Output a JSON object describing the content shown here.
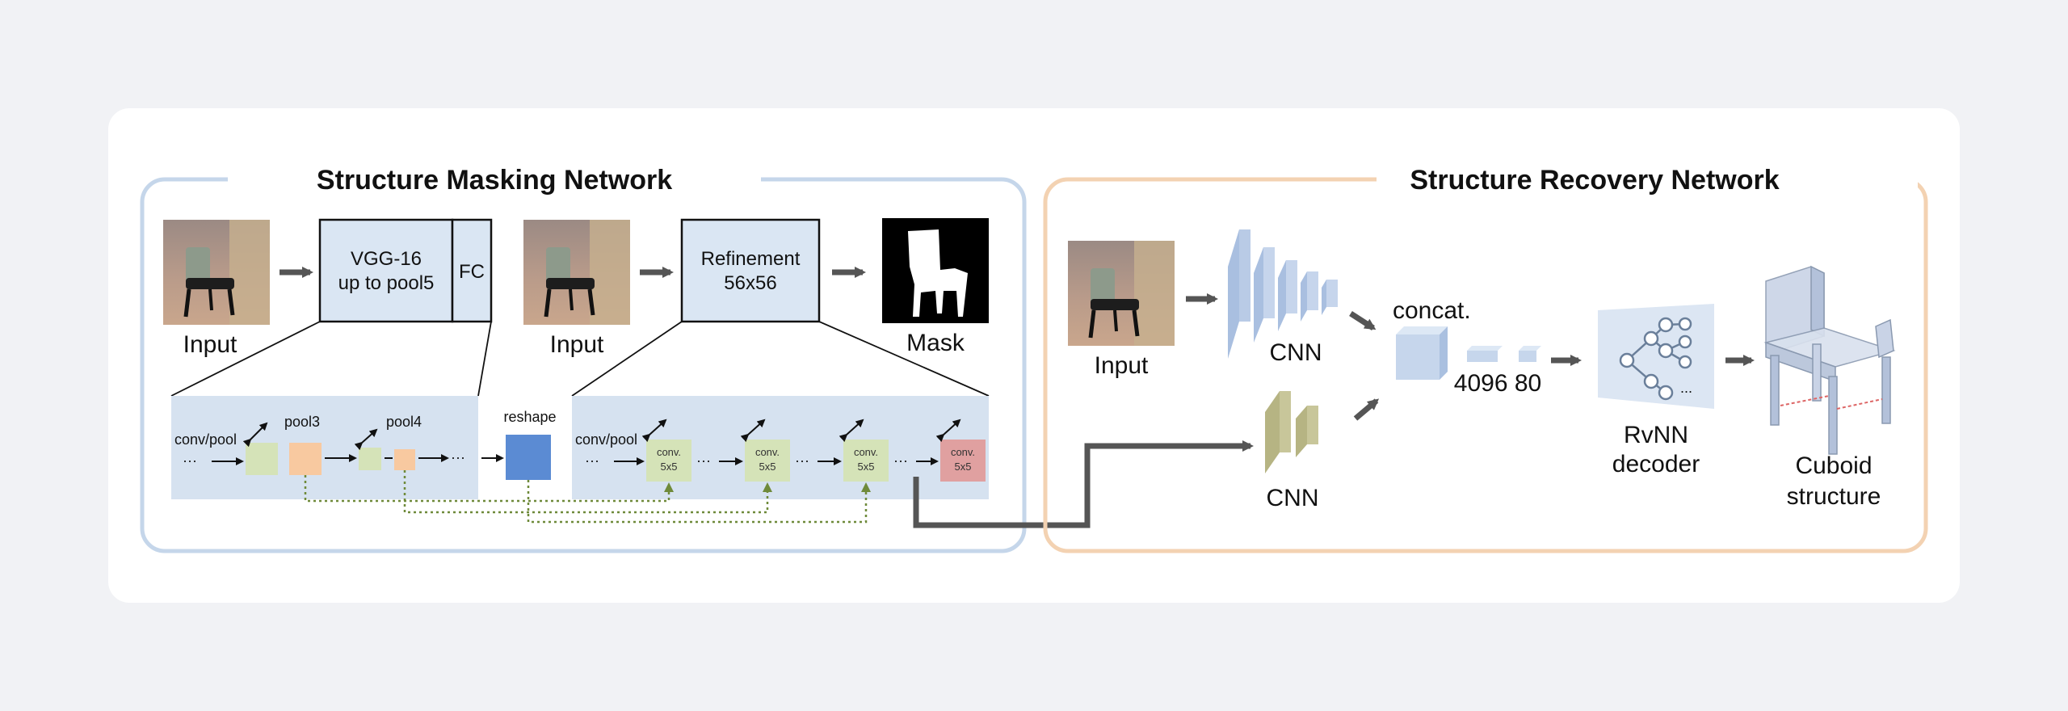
{
  "masking": {
    "title": "Structure Masking Network",
    "input1": "Input",
    "vgg_line1": "VGG-16",
    "vgg_line2": "up to pool5",
    "fc": "FC",
    "input2": "Input",
    "refine_line1": "Refinement",
    "refine_line2": "56x56",
    "mask": "Mask",
    "convpool1": "conv/pool",
    "pool3": "pool3",
    "pool4": "pool4",
    "reshape": "reshape",
    "convpool2": "conv/pool",
    "conv_line1": "conv.",
    "conv_line2": "5x5",
    "ellipsis": "···"
  },
  "recovery": {
    "title": "Structure Recovery Network",
    "input": "Input",
    "cnn_top": "CNN",
    "cnn_bottom": "CNN",
    "concat": "concat.",
    "dims": "4096 80",
    "decoder_line1": "RvNN",
    "decoder_line2": "decoder",
    "output_line1": "Cuboid",
    "output_line2": "structure",
    "ellipsis": "..."
  },
  "colors": {
    "masking_border": "#c5d6ea",
    "recovery_border": "#f3d2b2",
    "strip_fill": "#d6e2f0",
    "green_block": "#d5e3b8",
    "orange_block": "#f8c9a0",
    "blue_block": "#5b8bd3",
    "red_block": "#e0a0a0",
    "cnn_blue": "#b9cbe6",
    "cnn_olive": "#c8c69a",
    "arrow_gray": "#555555"
  }
}
